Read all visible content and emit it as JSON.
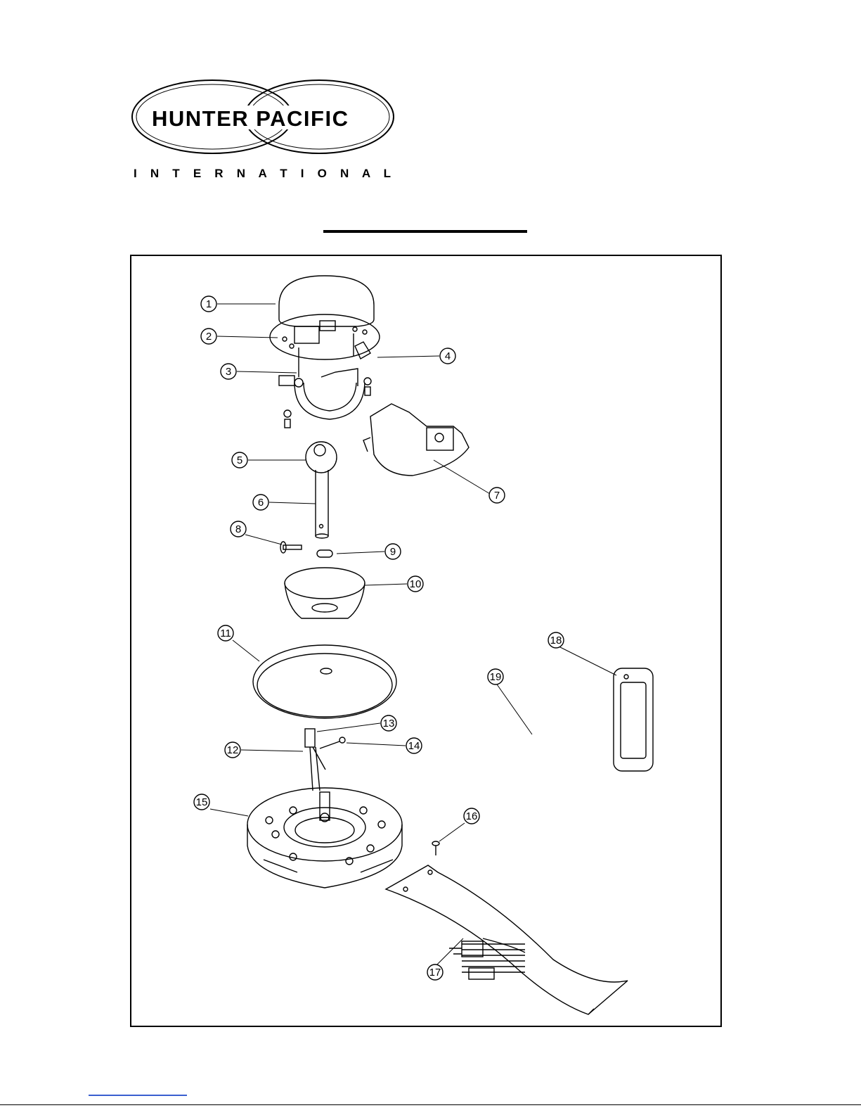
{
  "brand": {
    "name": "HUNTER PACIFIC",
    "sub": "I N T E R N A T I O N A L"
  },
  "colors": {
    "ink": "#000000",
    "paper": "#ffffff",
    "footer_link": "#3a5fd0"
  },
  "callouts": [
    "1",
    "2",
    "3",
    "4",
    "5",
    "6",
    "7",
    "8",
    "9",
    "10",
    "11",
    "12",
    "13",
    "14",
    "15",
    "16",
    "17",
    "18",
    "19"
  ]
}
